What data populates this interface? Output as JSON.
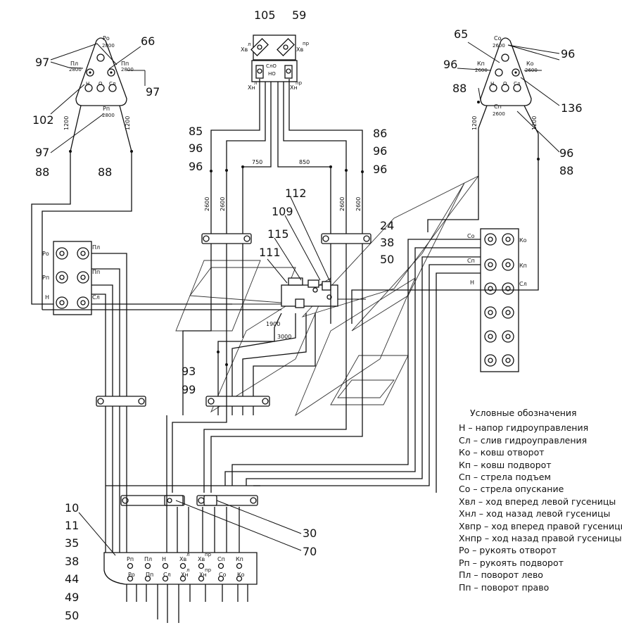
{
  "callouts": {
    "n105": "105",
    "n59": "59",
    "n66": "66",
    "n97a": "97",
    "n97b": "97",
    "n97c": "97",
    "n102": "102",
    "n88a": "88",
    "n88b": "88",
    "n65": "65",
    "n96a": "96",
    "n96b": "96",
    "n88c": "88",
    "n136": "136",
    "n96c": "96",
    "n88d": "88",
    "n85": "85",
    "n96d": "96",
    "n96e": "96",
    "n86": "86",
    "n96f": "96",
    "n96g": "96",
    "n112": "112",
    "n109": "109",
    "n115": "115",
    "n111": "111",
    "n24": "24",
    "n38a": "38",
    "n50a": "50",
    "n93": "93",
    "n99": "99",
    "n10": "10",
    "n11": "11",
    "n35": "35",
    "n38b": "38",
    "n44": "44",
    "n49": "49",
    "n50b": "50",
    "n30": "30",
    "n70": "70"
  },
  "left_handle": {
    "po": "Ро",
    "po_len": "2800",
    "pl": "Пл",
    "pl_len": "2800",
    "pp": "Пп",
    "pp_len": "2800",
    "rn": "Рп",
    "rn_len": "2800",
    "n": "Н",
    "o": "О",
    "sl": "Сл"
  },
  "right_handle": {
    "co": "Со",
    "co_len": "2600",
    "kn": "Кп",
    "kn_len": "2600",
    "ko": "Ко",
    "ko_len": "2600",
    "cn": "Сп",
    "cn_len": "2600",
    "n": "Н",
    "o": "О",
    "sl": "Сл"
  },
  "travel_block": {
    "xv_left": "Хв",
    "xv_left_sup": "л",
    "xv_right": "Хв",
    "xv_right_sup": "пр",
    "xn_left": "Хн",
    "xn_left_sup": "л",
    "xn_right": "Хн",
    "xn_right_sup": "пр",
    "center_top": "СлО",
    "center_bottom": "НО"
  },
  "dimensions": {
    "d1200a": "1200",
    "d1200b": "1200",
    "d1200c": "1200",
    "d1200d": "1200",
    "d2600a": "2600",
    "d2600b": "2600",
    "d2600c": "2600",
    "d2600d": "2600",
    "d750": "750",
    "d850": "850",
    "d1900": "1900",
    "d3000": "3000"
  },
  "left_panel": {
    "po": "Ро",
    "pl": "Пл",
    "pn": "Рп",
    "pp": "Пп",
    "n": "Н",
    "sl": "Сл"
  },
  "right_panel": {
    "co": "Со",
    "ko": "Ко",
    "cn": "Сп",
    "kn": "Кп",
    "n": "Н",
    "sl": "Сл"
  },
  "bottom_block": {
    "top_row": [
      "Рп",
      "Пл",
      "Н",
      "Хв",
      "Хв",
      "Сп",
      "Кп"
    ],
    "top_row_sup": [
      "",
      "",
      "",
      "л",
      "пр",
      "",
      ""
    ],
    "bottom_row": [
      "Ро",
      "Пп",
      "Сл",
      "Хн",
      "Хн",
      "Со",
      "Ко"
    ],
    "bottom_row_sup": [
      "",
      "",
      "",
      "л",
      "пр",
      "",
      ""
    ]
  },
  "legend": {
    "title": "Условные обозначения",
    "items": [
      "Н – напор гидроуправления",
      "Сл – слив гидроуправления",
      "Ко – ковш отворот",
      "Кп – ковш подворот",
      "Сп – стрела подъем",
      "Со – стрела опускание",
      "Хвл – ход вперед левой гусеницы",
      "Хнл – ход назад левой гусеницы",
      "Хвпр – ход вперед правой гусеницы",
      "Хнпр – ход назад правой гусеницы",
      "Ро – рукоять отворот",
      "Рп – рукоять подворот",
      "Пл – поворот лево",
      "Пп – поворот право"
    ]
  }
}
